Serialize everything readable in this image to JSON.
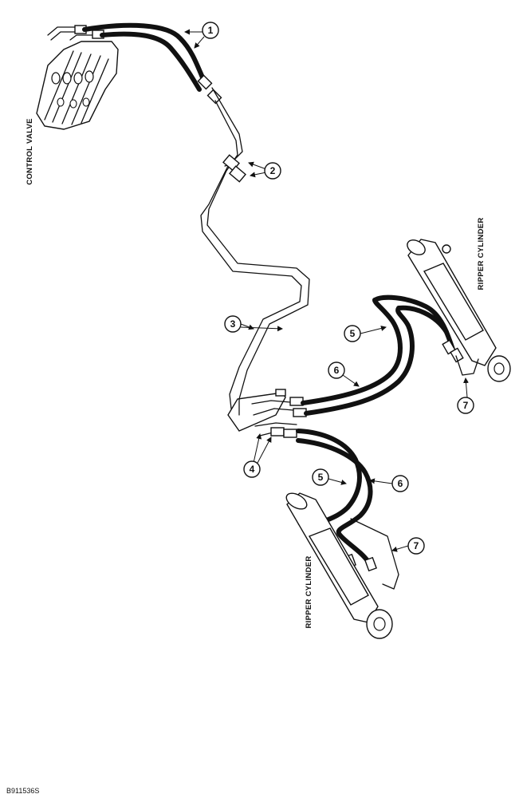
{
  "labels": {
    "control_valve": "CONTROL VALVE",
    "ripper_cylinder_upper": "RIPPER CYLINDER",
    "ripper_cylinder_lower": "RIPPER CYLINDER"
  },
  "callouts": {
    "c1": "1",
    "c2": "2",
    "c3": "3",
    "c4": "4",
    "c5a": "5",
    "c5b": "5",
    "c6a": "6",
    "c6b": "6",
    "c7a": "7",
    "c7b": "7"
  },
  "document_id": "B911536S"
}
